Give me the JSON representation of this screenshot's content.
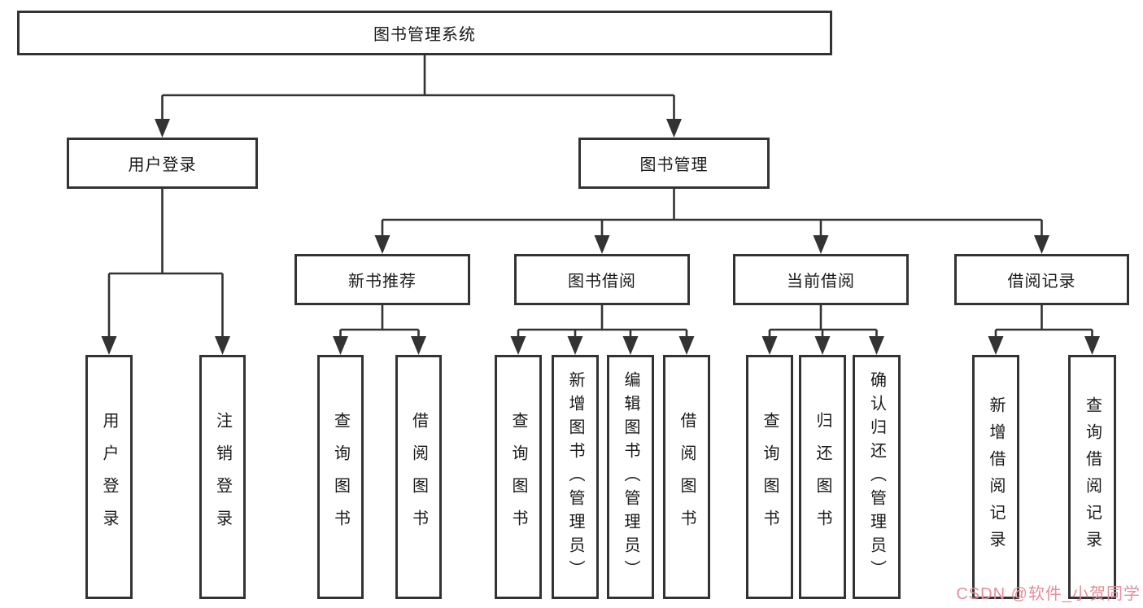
{
  "diagram": {
    "root": {
      "label": "图书管理系统"
    },
    "level2": [
      {
        "label": "用户登录"
      },
      {
        "label": "图书管理"
      }
    ],
    "level3": [
      {
        "label": "新书推荐"
      },
      {
        "label": "图书借阅"
      },
      {
        "label": "当前借阅"
      },
      {
        "label": "借阅记录"
      }
    ],
    "leaves": {
      "login": [
        "用户登录",
        "注销登录"
      ],
      "newbook": [
        "查询图书",
        "借阅图书"
      ],
      "borrow": [
        "查询图书",
        "新增图书（管理员）",
        "编辑图书（管理员）",
        "借阅图书"
      ],
      "current": [
        "查询图书",
        "归还图书",
        "确认归还（管理员）"
      ],
      "records": [
        "新增借阅记录",
        "查询借阅记录"
      ]
    }
  },
  "watermark": {
    "text": "CSDN @软件_小贺同学",
    "color": "#e78d9b"
  },
  "colors": {
    "line": "#333333",
    "box_border": "#333333",
    "box_fill": "#ffffff",
    "text": "#1a1a1a",
    "background": "#ffffff"
  }
}
